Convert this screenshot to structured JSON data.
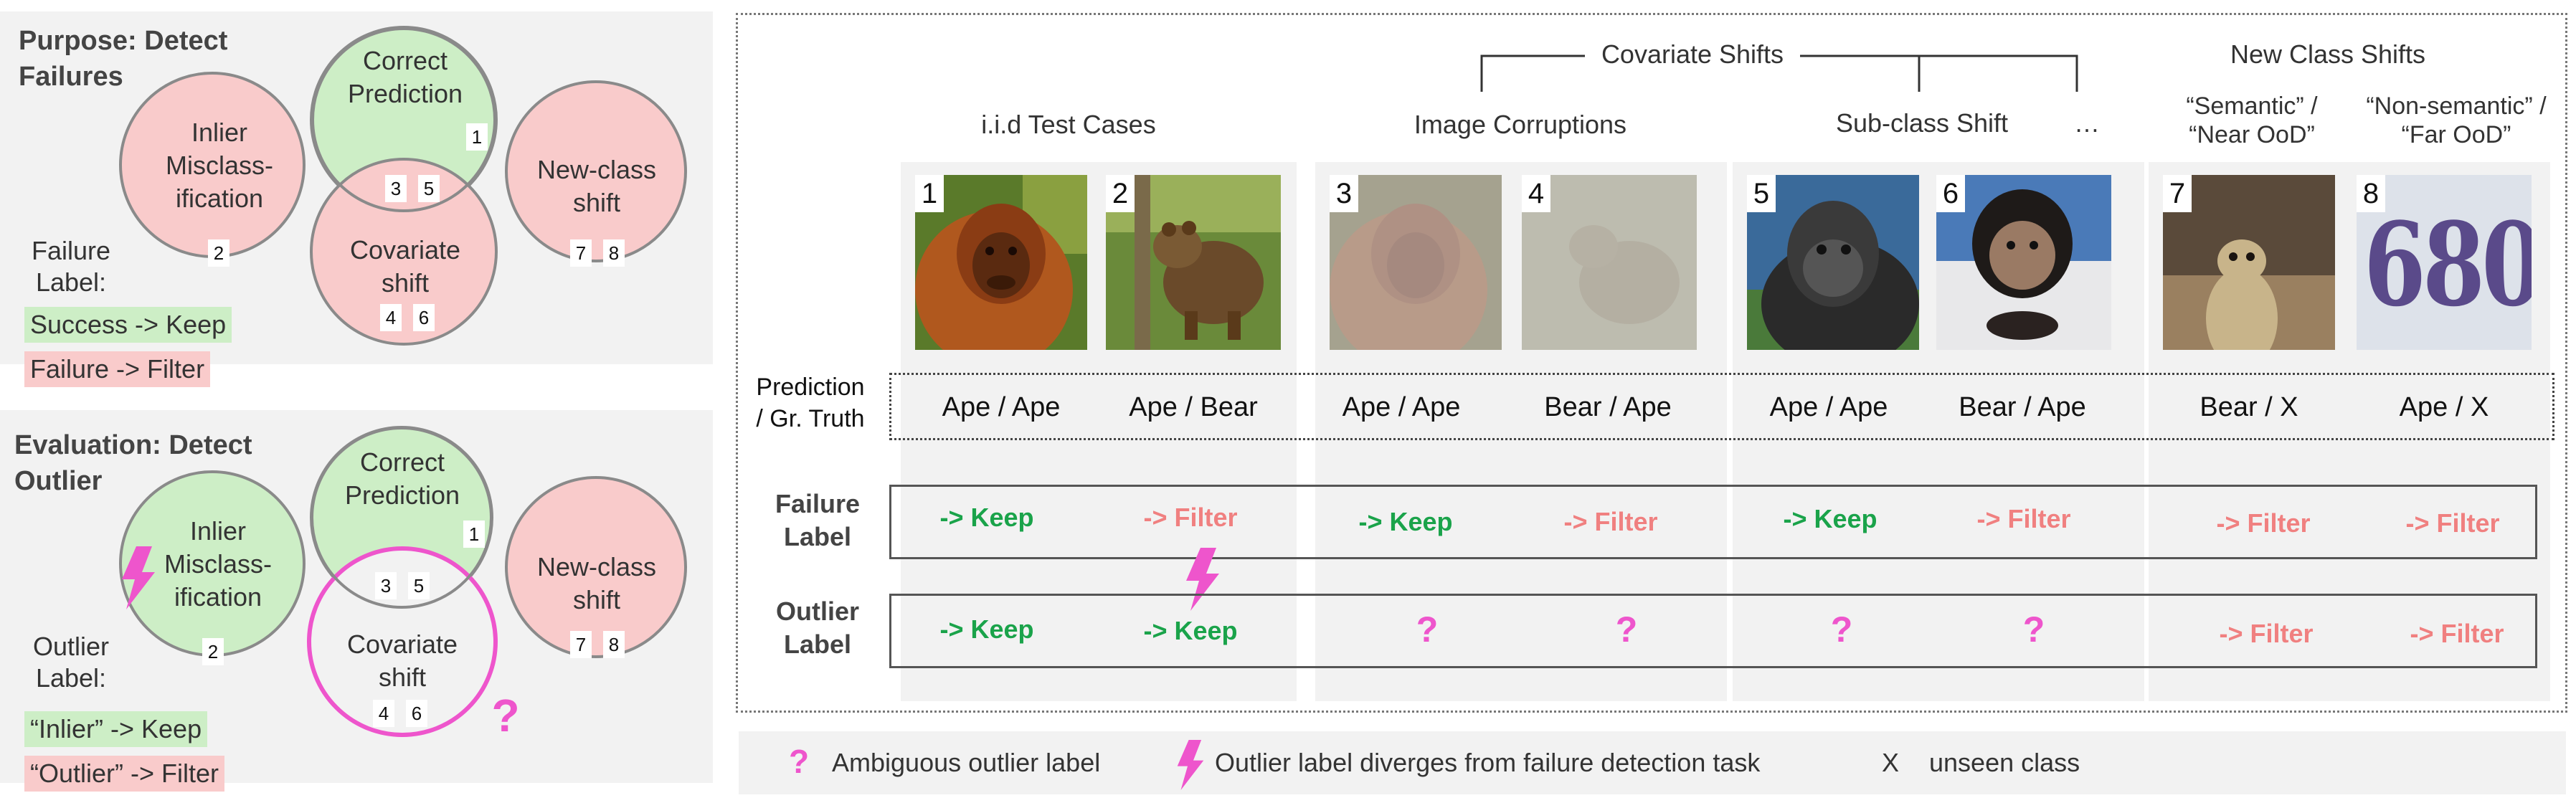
{
  "purpose": {
    "title_line1": "Purpose: Detect",
    "title_line2": "Failures",
    "circle_inlier": [
      "Inlier",
      "Misclass-",
      "ification"
    ],
    "circle_correct": [
      "Correct",
      "Prediction"
    ],
    "circle_covariate": [
      "Covariate",
      "shift"
    ],
    "circle_newclass": [
      "New-class",
      "shift"
    ],
    "label_title": [
      "Failure",
      "Label:"
    ],
    "success_tag": "Success -> Keep",
    "failure_tag": "Failure -> Filter",
    "nums": [
      "1",
      "2",
      "3",
      "5",
      "4",
      "6",
      "7",
      "8"
    ]
  },
  "evaluation": {
    "title_line1": "Evaluation: Detect",
    "title_line2": "Outlier",
    "circle_inlier": [
      "Inlier",
      "Misclass-",
      "ification"
    ],
    "circle_correct": [
      "Correct",
      "Prediction"
    ],
    "circle_covariate": [
      "Covariate",
      "shift"
    ],
    "circle_newclass": [
      "New-class",
      "shift"
    ],
    "label_title": [
      "Outlier",
      "Label:"
    ],
    "inlier_tag": "“Inlier” -> Keep",
    "outlier_tag": "“Outlier” -> Filter",
    "question": "?",
    "nums": [
      "1",
      "2",
      "3",
      "5",
      "4",
      "6",
      "7",
      "8"
    ]
  },
  "header": {
    "covariate_shifts": "Covariate Shifts",
    "new_class_shifts": "New Class Shifts",
    "iid": "i.i.d Test Cases",
    "image_corruptions": "Image Corruptions",
    "subclass_shift": "Sub-class Shift",
    "ellipsis": "…",
    "semantic": [
      "“Semantic” /",
      "“Near OoD”"
    ],
    "non_semantic": [
      "“Non-semantic” /",
      "“Far OoD”"
    ]
  },
  "images": [
    {
      "num": "1",
      "subject": "orangutan"
    },
    {
      "num": "2",
      "subject": "bear"
    },
    {
      "num": "3",
      "subject": "orangutan-corrupted"
    },
    {
      "num": "4",
      "subject": "bear-corrupted"
    },
    {
      "num": "5",
      "subject": "gorilla"
    },
    {
      "num": "6",
      "subject": "chimpanzee"
    },
    {
      "num": "7",
      "subject": "meerkat"
    },
    {
      "num": "8",
      "subject": "digits"
    }
  ],
  "digits_text": "680",
  "row_labels": {
    "prediction": [
      "Prediction",
      "/ Gr. Truth"
    ],
    "failure": [
      "Failure",
      "Label"
    ],
    "outlier": [
      "Outlier",
      "Label"
    ]
  },
  "predictions": [
    "Ape / Ape",
    "Ape / Bear",
    "Ape / Ape",
    "Bear / Ape",
    "Ape / Ape",
    "Bear / Ape",
    "Bear / X",
    "Ape / X"
  ],
  "failure_labels": [
    "-> Keep",
    "-> Filter",
    "-> Keep",
    "-> Filter",
    "-> Keep",
    "-> Filter",
    "-> Filter",
    "-> Filter"
  ],
  "outlier_labels": [
    "-> Keep",
    "-> Keep",
    "?",
    "?",
    "?",
    "?",
    "-> Filter",
    "-> Filter"
  ],
  "legend": {
    "question": "?",
    "ambiguous": "Ambiguous outlier label",
    "diverges": "Outlier label diverges from failure detection task",
    "x": "X",
    "unseen": "unseen class"
  },
  "colors": {
    "green_fill": "#cdeec6",
    "red_fill": "#f9cbcb",
    "keep": "#1aa34a",
    "filter": "#f08080",
    "magenta": "#ee55cc",
    "panel": "#f2f2f2"
  }
}
